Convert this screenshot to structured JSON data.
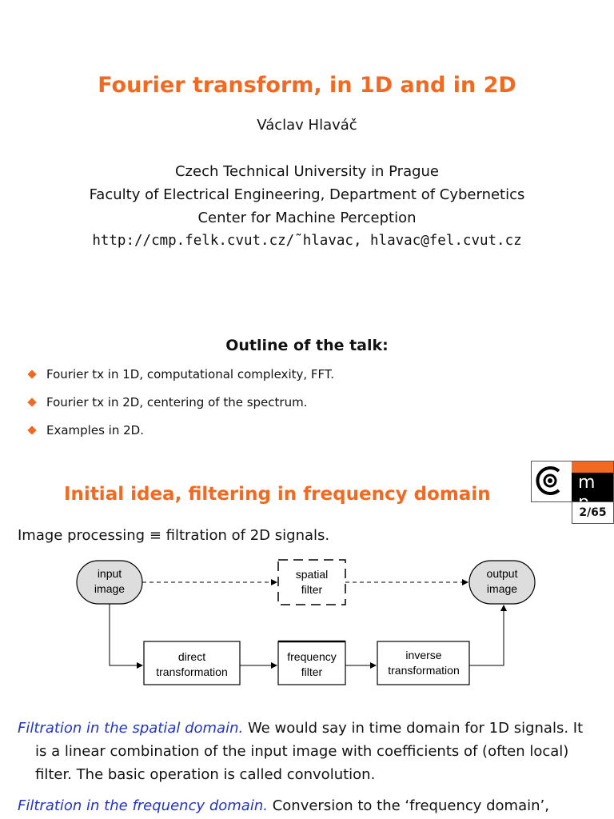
{
  "title": "Fourier transform, in 1D and in 2D",
  "author": "Václav Hlaváč",
  "affiliation": [
    "Czech Technical University in Prague",
    "Faculty of Electrical Engineering, Department of Cybernetics",
    "Center for Machine Perception",
    "http://cmp.felk.cvut.cz/˜hlavac, hlavac@fel.cvut.cz"
  ],
  "outline": {
    "title": "Outline of the talk:",
    "items": [
      "Fourier tx in 1D, computational complexity, FFT.",
      "Fourier tx in 2D, centering of the spectrum.",
      "Examples in 2D."
    ]
  },
  "section_title": "Initial idea, filtering in frequency domain",
  "logo": {
    "text": "m p"
  },
  "page": "2/65",
  "intro": "Image processing ≡ filtration of 2D signals.",
  "diagram": {
    "input_l1": "input",
    "input_l2": "image",
    "spatial_l1": "spatial",
    "spatial_l2": "filter",
    "output_l1": "output",
    "output_l2": "image",
    "direct_l1": "direct",
    "direct_l2": "transformation",
    "freq_l1": "frequency",
    "freq_l2": "filter",
    "inverse_l1": "inverse",
    "inverse_l2": "transformation"
  },
  "para1": {
    "term": "Filtration in the spatial domain.",
    "text1": " We would say in time domain for 1D signals. It",
    "text2": "is a linear combination of the input image with coefficients of (often local) filter. The basic operation is called convolution."
  },
  "para2": {
    "term": "Filtration in the frequency domain.",
    "text": " Conversion to the ‘frequency domain’,"
  },
  "colors": {
    "accent": "#f26a21",
    "term": "#2233cc"
  }
}
